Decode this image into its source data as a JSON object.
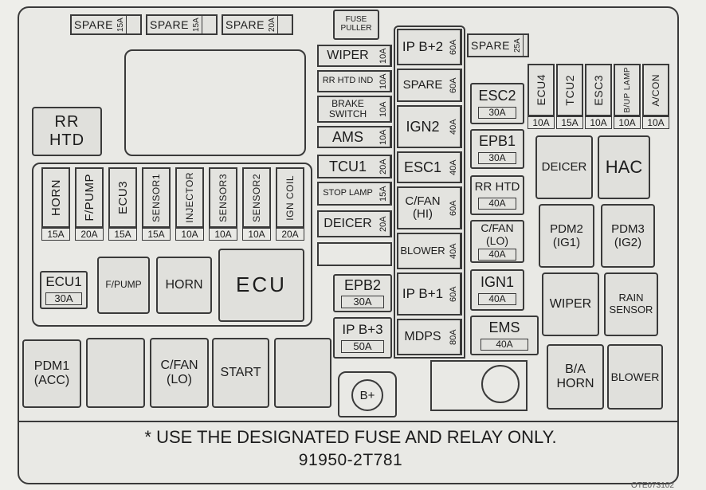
{
  "top_spares": [
    {
      "label": "SPARE",
      "rating": "15A"
    },
    {
      "label": "SPARE",
      "rating": "15A"
    },
    {
      "label": "SPARE",
      "rating": "20A"
    }
  ],
  "fuse_puller": "FUSE PULLER",
  "rr_htd": [
    "RR",
    "HTD"
  ],
  "vertical_fuses": [
    {
      "label": "HORN",
      "rating": "15A"
    },
    {
      "label": "F/PUMP",
      "rating": "20A"
    },
    {
      "label": "ECU3",
      "rating": "15A"
    },
    {
      "label": "SENSOR1",
      "rating": "15A"
    },
    {
      "label": "INJECTOR",
      "rating": "10A"
    },
    {
      "label": "SENSOR3",
      "rating": "10A"
    },
    {
      "label": "SENSOR2",
      "rating": "10A"
    },
    {
      "label": "IGN COIL",
      "rating": "20A"
    }
  ],
  "ecu1": {
    "label": "ECU1",
    "rating": "30A"
  },
  "relays_left": [
    "F/PUMP",
    "HORN"
  ],
  "ecu": "ECU",
  "bottom_relays": [
    {
      "line1": "PDM1",
      "line2": "(ACC)"
    },
    {
      "line1": "C/FAN",
      "line2": "(LO)"
    },
    {
      "line1": "START",
      "line2": ""
    }
  ],
  "center_col1": [
    {
      "label": "WIPER",
      "rating": "10A"
    },
    {
      "label": "RR HTD IND",
      "rating": "10A"
    },
    {
      "label": "BRAKE SWITCH",
      "rating": "10A"
    },
    {
      "label": "AMS",
      "rating": "10A"
    },
    {
      "label": "TCU1",
      "rating": "20A"
    },
    {
      "label": "STOP LAMP",
      "rating": "15A"
    },
    {
      "label": "DEICER",
      "rating": "20A"
    }
  ],
  "epb2": {
    "label": "EPB2",
    "rating": "30A"
  },
  "ipb3": {
    "label": "IP B+3",
    "rating": "50A"
  },
  "bplus_terminal": "B+",
  "center_col2": [
    {
      "label": "IP B+2",
      "rating": "60A"
    },
    {
      "label": "SPARE",
      "rating": "60A"
    },
    {
      "label": "IGN2",
      "rating": "40A"
    },
    {
      "label": "ESC1",
      "rating": "40A"
    },
    {
      "label": "C/FAN (HI)",
      "rating": "60A"
    },
    {
      "label": "BLOWER",
      "rating": "40A"
    },
    {
      "label": "IP B+1",
      "rating": "60A"
    },
    {
      "label": "MDPS",
      "rating": "80A"
    }
  ],
  "spare_right": {
    "label": "SPARE",
    "rating": "25A"
  },
  "center_col3": [
    {
      "label": "ESC2",
      "rating": "30A"
    },
    {
      "label": "EPB1",
      "rating": "30A"
    },
    {
      "label": "RR HTD",
      "rating": "40A"
    },
    {
      "label": "C/FAN (LO)",
      "rating": "40A"
    },
    {
      "label": "IGN1",
      "rating": "40A"
    },
    {
      "label": "EMS",
      "rating": "40A"
    }
  ],
  "right_vertical_fuses": [
    {
      "label": "ECU4",
      "rating": "10A"
    },
    {
      "label": "TCU2",
      "rating": "15A"
    },
    {
      "label": "ESC3",
      "rating": "10A"
    },
    {
      "label": "B/UP LAMP",
      "rating": "10A"
    },
    {
      "label": "A/CON",
      "rating": "10A"
    }
  ],
  "right_relays": [
    {
      "line1": "DEICER",
      "line2": ""
    },
    {
      "line1": "HAC",
      "line2": ""
    },
    {
      "line1": "PDM2",
      "line2": "(IG1)"
    },
    {
      "line1": "PDM3",
      "line2": "(IG2)"
    },
    {
      "line1": "WIPER",
      "line2": ""
    },
    {
      "line1": "RAIN",
      "line2": "SENSOR"
    },
    {
      "line1": "B/A",
      "line2": "HORN"
    },
    {
      "line1": "BLOWER",
      "line2": ""
    }
  ],
  "footer": {
    "note": "* USE THE DESIGNATED FUSE AND RELAY ONLY.",
    "part_number": "91950-2T781",
    "watermark": "OTE073102"
  }
}
